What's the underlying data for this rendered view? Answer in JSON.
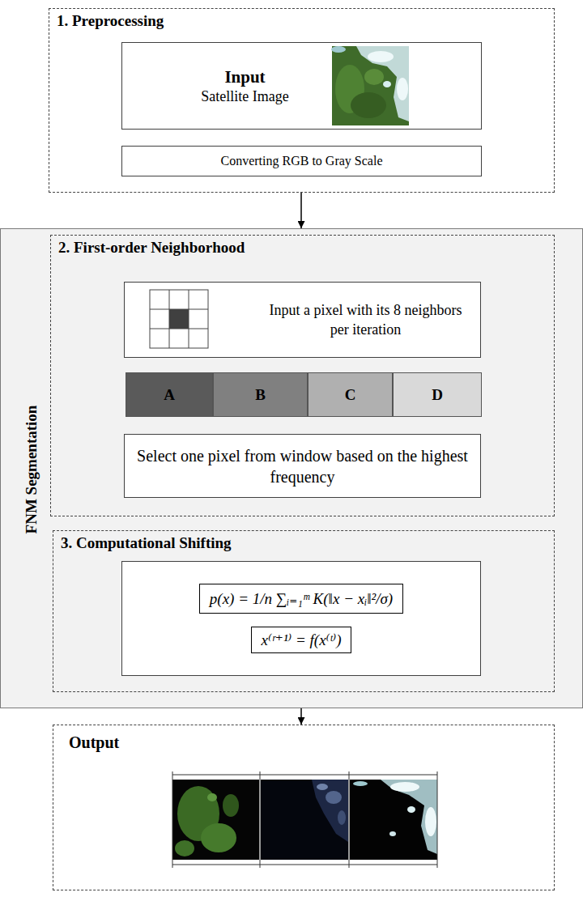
{
  "diagram": {
    "nodes": [
      {
        "text": [
          "1. Preprocessing"
        ]
      },
      {
        "text": [
          "Input",
          "Satellite Image"
        ],
        "in": 0
      },
      {
        "text": [
          "Converting RGB to Gray Scale"
        ],
        "in": 0
      },
      {
        "text": [
          "FNM Segmentation"
        ]
      },
      {
        "text": [
          "2. First-order Neighborhood"
        ],
        "in": 3
      },
      {
        "text": [
          "Input a pixel with its 8 neighbors per iteration"
        ],
        "in": 4
      },
      {
        "text": [
          "A"
        ],
        "in": 4
      },
      {
        "text": [
          "B"
        ],
        "in": 4
      },
      {
        "text": [
          "C"
        ],
        "in": 4
      },
      {
        "text": [
          "D"
        ],
        "in": 4
      },
      {
        "text": [
          "Select one pixel from window based on the highest frequency"
        ],
        "in": 4
      },
      {
        "text": [
          "3. Computational Shifting"
        ],
        "in": 3
      },
      {
        "text": [
          "p(x) = 1/n ∑ᵢ₌₁ᵐ K(‖x − xᵢ‖²/σ)",
          "x⁽ʳ⁺¹⁾ = f(x⁽ᵗ⁾)"
        ],
        "in": 11
      },
      {
        "text": [
          "Output"
        ]
      }
    ],
    "edges": [
      {
        "from": 0,
        "to": 3,
        "arrow": "to"
      },
      {
        "from": 3,
        "to": 13,
        "arrow": "to"
      }
    ]
  }
}
